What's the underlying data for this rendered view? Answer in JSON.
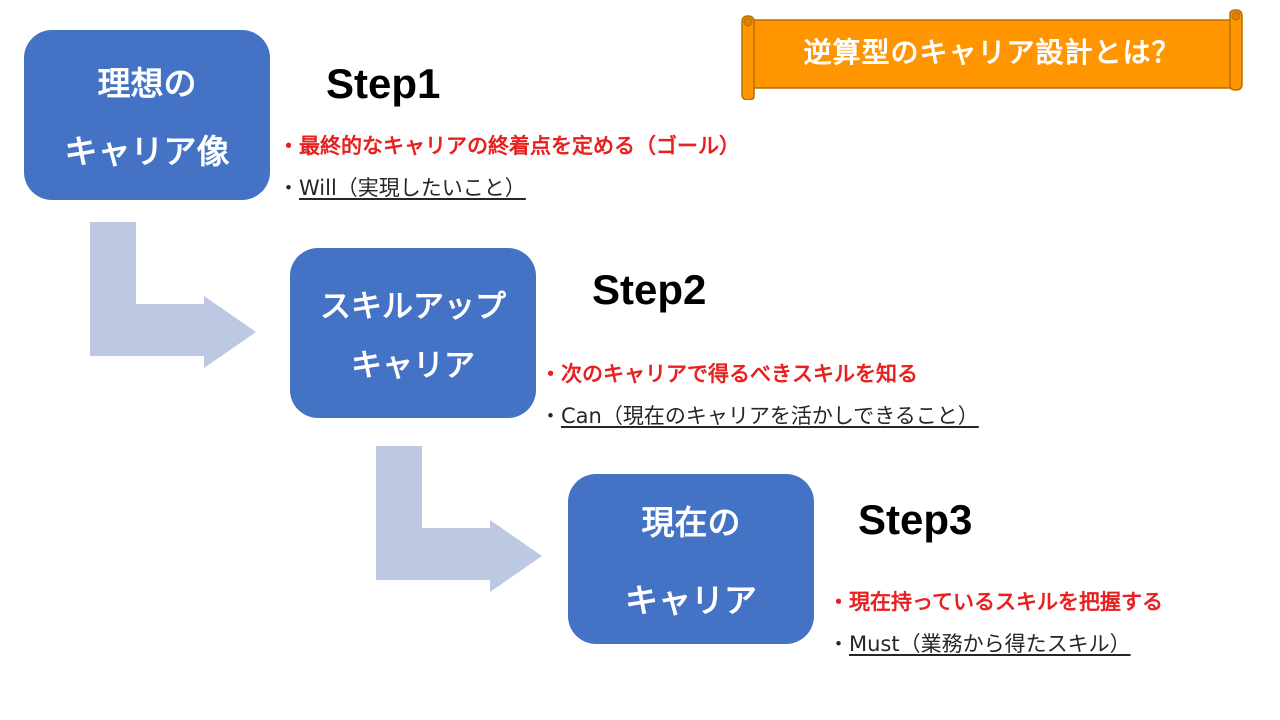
{
  "banner": {
    "title": "逆算型のキャリア設計とは？",
    "fill": "#FF9500"
  },
  "steps": [
    {
      "label": "Step1",
      "box_lines": [
        "理想の",
        "キャリア像"
      ],
      "goal": "・最終的なキャリアの終着点を定める（ゴール）",
      "detail_bullet": "・",
      "detail": "Will（実現したいこと）"
    },
    {
      "label": "Step2",
      "box_lines": [
        "スキルアップ",
        "キャリア"
      ],
      "goal": "・次のキャリアで得るべきスキルを知る",
      "detail_bullet": "・",
      "detail": "Can（現在のキャリアを活かしできること）"
    },
    {
      "label": "Step3",
      "box_lines": [
        "現在の",
        "キャリア"
      ],
      "goal": "・現在持っているスキルを把握する",
      "detail_bullet": "・",
      "detail": "Must（業務から得たスキル）"
    }
  ],
  "colors": {
    "box": "#4472C4",
    "arrow": "#BDC8E2",
    "goal_text": "#E8201F"
  }
}
